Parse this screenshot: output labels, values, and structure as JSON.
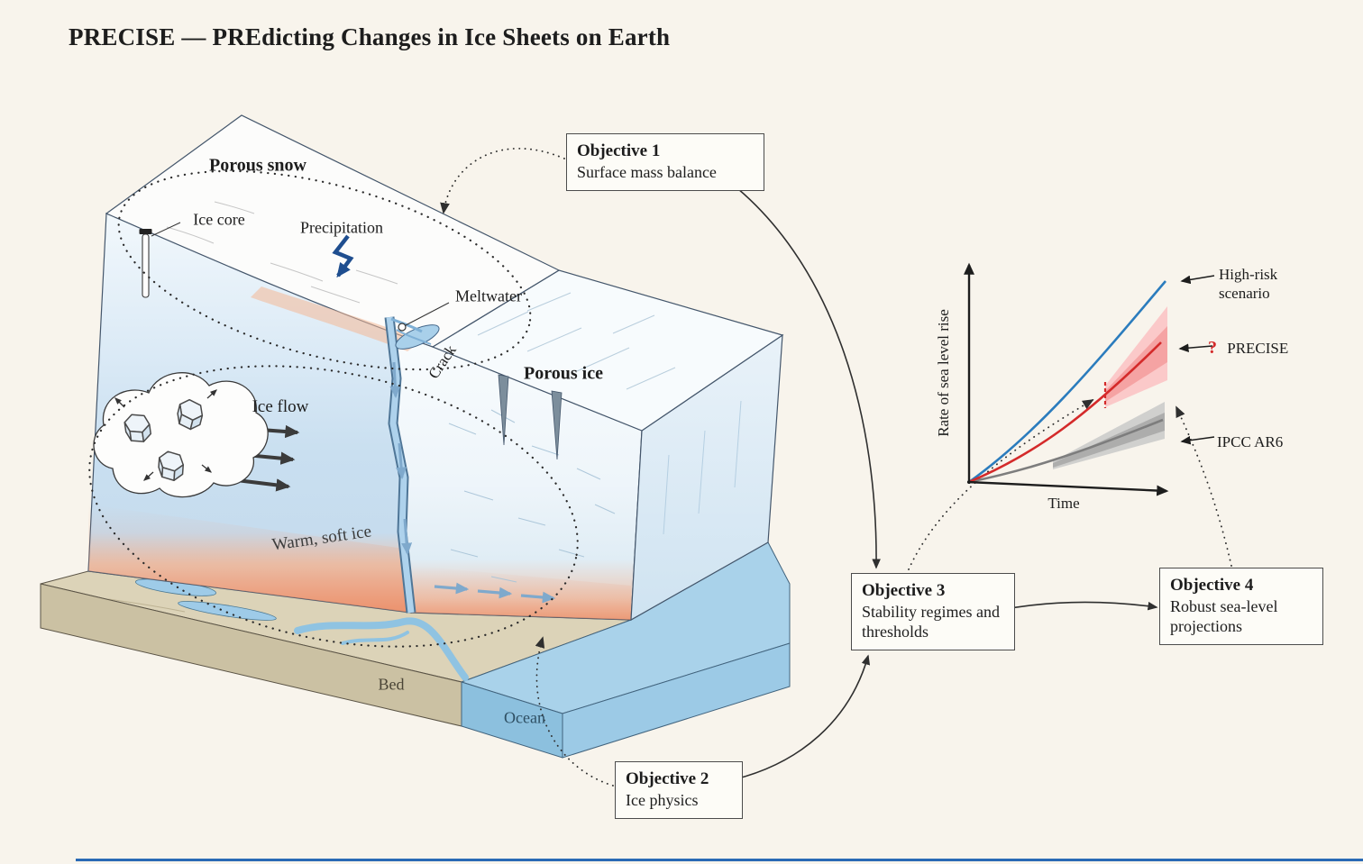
{
  "page": {
    "title": "PRECISE — PREdicting Changes in Ice Sheets on Earth",
    "background": "#f8f4ec"
  },
  "ice_sheet": {
    "labels": {
      "porous_snow": "Porous snow",
      "ice_core": "Ice core",
      "precipitation": "Precipitation",
      "meltwater": "Meltwater",
      "crack": "Crack",
      "porous_ice": "Porous ice",
      "ice_flow": "Ice flow",
      "warm_soft_ice": "Warm, soft ice",
      "bed": "Bed",
      "ocean": "Ocean"
    },
    "colors": {
      "snow": "#fcfcfb",
      "cold_ice": "#d3e6f4",
      "warm_ice": "#eda183",
      "bed": "#cbc1a3",
      "ocean": "#9ccae6"
    }
  },
  "objectives": {
    "obj1": {
      "title": "Objective 1",
      "subtitle": "Surface mass balance"
    },
    "obj2": {
      "title": "Objective 2",
      "subtitle": "Ice physics"
    },
    "obj3": {
      "title": "Objective 3",
      "subtitle": "Stability regimes and thresholds"
    },
    "obj4": {
      "title": "Objective 4",
      "subtitle": "Robust sea-level projections"
    }
  },
  "chart": {
    "ylabel": "Rate of sea level rise",
    "xlabel": "Time",
    "legend": {
      "high_risk": "High-risk scenario",
      "precise_mark": "?",
      "precise": "PRECISE",
      "ipcc": "IPCC AR6"
    }
  },
  "chart_data": {
    "type": "line",
    "title": "",
    "xlabel": "Time",
    "ylabel": "Rate of sea level rise",
    "grid": false,
    "axis_tick_labels": "none (schematic sketch)",
    "legend_position": "right",
    "x": [
      0,
      0.2,
      0.4,
      0.6,
      0.8,
      1.0
    ],
    "series": [
      {
        "name": "High-risk scenario",
        "color": "#2b7cbd",
        "style": "solid",
        "values": [
          0,
          0.18,
          0.4,
          0.62,
          0.82,
          1.0
        ]
      },
      {
        "name": "PRECISE",
        "color": "#d42a2a",
        "style": "solid",
        "annotation": "?",
        "values": [
          0,
          0.12,
          0.27,
          0.42,
          0.55,
          0.68
        ],
        "uncertainty_band": {
          "starts_at_x": 0.68,
          "upper_at_end": 0.87,
          "lower_at_end": 0.5,
          "colors": [
            "#fbc9c9",
            "#f5a3a3"
          ],
          "start_marker": "red dashed vertical tick"
        }
      },
      {
        "name": "IPCC AR6",
        "color": "#7d7d7d",
        "style": "solid",
        "values": [
          0,
          0.05,
          0.12,
          0.19,
          0.25,
          0.31
        ],
        "uncertainty_band": {
          "starts_at_x": 0.42,
          "upper_at_end": 0.4,
          "lower_at_end": 0.21,
          "colors": [
            "#c9c9c9",
            "#a9a9a9"
          ]
        }
      }
    ]
  }
}
